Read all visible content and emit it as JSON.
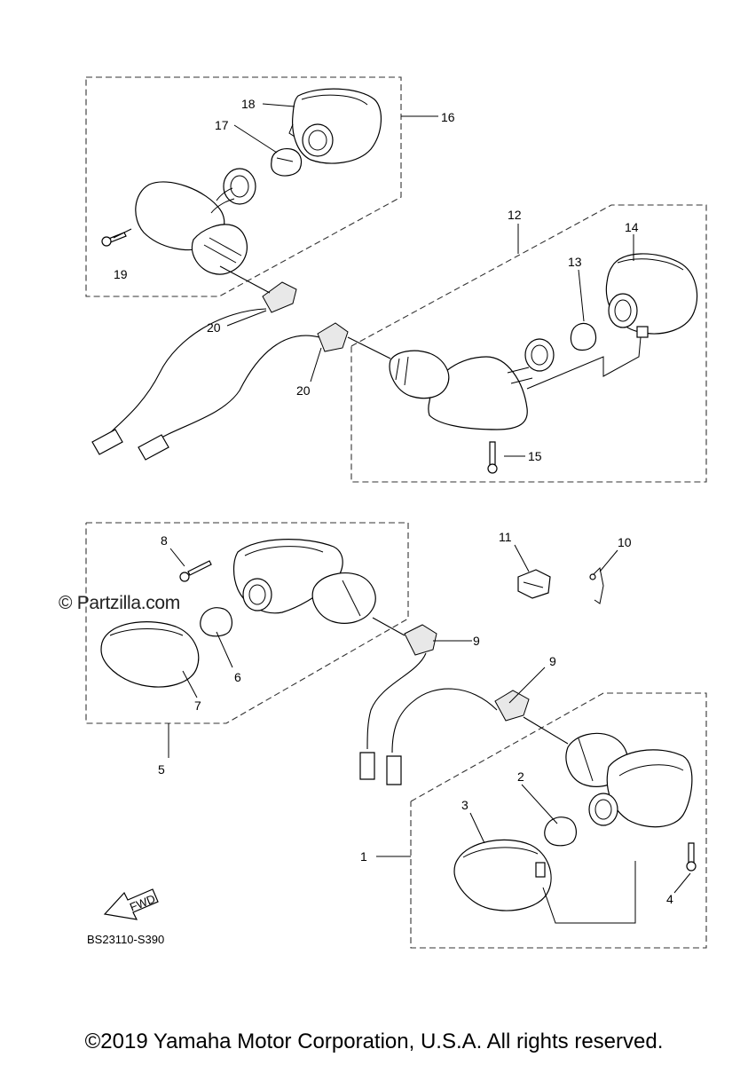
{
  "callouts": {
    "c1": "1",
    "c2": "2",
    "c3": "3",
    "c4": "4",
    "c5": "5",
    "c6": "6",
    "c7": "7",
    "c8": "8",
    "c9a": "9",
    "c9b": "9",
    "c10": "10",
    "c11": "11",
    "c12": "12",
    "c13": "13",
    "c14": "14",
    "c15": "15",
    "c16": "16",
    "c17": "17",
    "c18": "18",
    "c19": "19",
    "c20a": "20",
    "c20b": "20"
  },
  "fwd_label": "FWD",
  "diagram_code": "BS23110-S390",
  "watermark": "© Partzilla.com",
  "copyright": "©2019 Yamaha Motor Corporation, U.S.A. All rights reserved."
}
